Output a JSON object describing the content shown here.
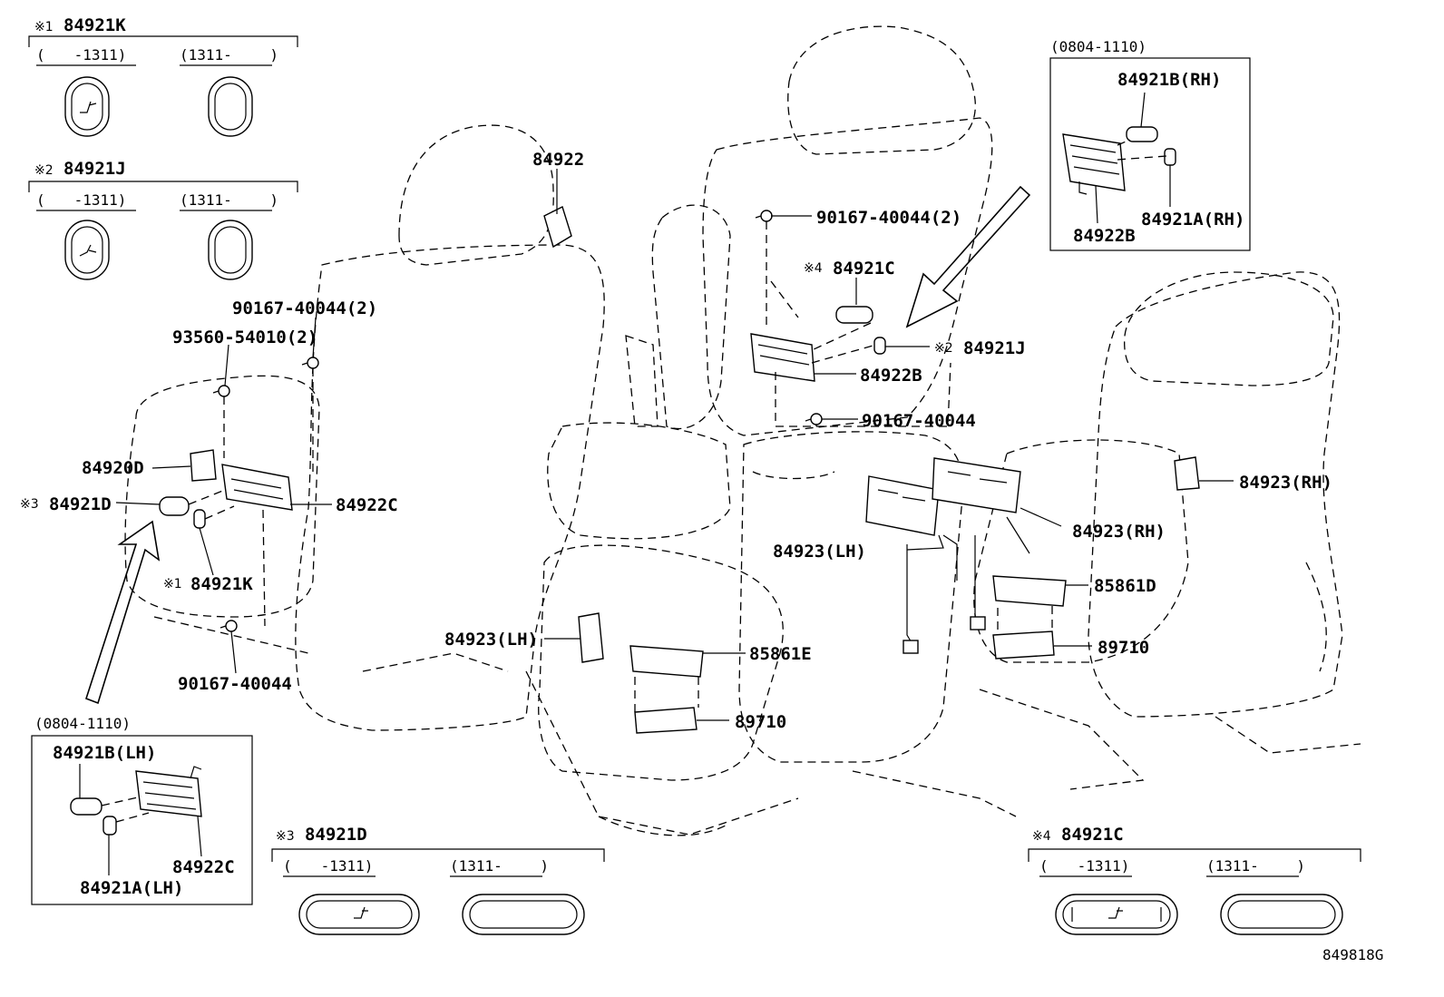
{
  "diagram_code": "849818G",
  "variants": {
    "k": {
      "marker": "※1",
      "code": "84921K",
      "range_a": "(　　-1311)",
      "range_b": "(1311-　　 )"
    },
    "j": {
      "marker": "※2",
      "code": "84921J",
      "range_a": "(　　-1311)",
      "range_b": "(1311-　　 )"
    },
    "d": {
      "marker": "※3",
      "code": "84921D",
      "range_a": "(　　-1311)",
      "range_b": "(1311-　　 )"
    },
    "c": {
      "marker": "※4",
      "code": "84921C",
      "range_a": "(　　-1311)",
      "range_b": "(1311-　　 )"
    }
  },
  "inset_rh": {
    "range": "(0804-1110)",
    "labels": [
      "84921B(RH)",
      "84921A(RH)",
      "84922B"
    ]
  },
  "inset_lh": {
    "range": "(0804-1110)",
    "labels": [
      "84921B(LH)",
      "84922C",
      "84921A(LH)"
    ]
  },
  "callouts": {
    "c84922": "84922",
    "c90167_top": "90167-40044(2)",
    "c90167_left": "90167-40044(2)",
    "c93560": "93560-54010(2)",
    "m84921C": "※4",
    "c84921C": "84921C",
    "m84921J": "※2",
    "c84921J": "84921J",
    "c84922B": "84922B",
    "c90167_mid": "90167-40044",
    "c84920D": "84920D",
    "m84921D": "※3",
    "c84921D": "84921D",
    "c84922C": "84922C",
    "m84921K": "※1",
    "c84921K": "84921K",
    "c90167_bottom": "90167-40044",
    "c84923_rh_right": "84923(RH)",
    "c84923_rh_mid": "84923(RH)",
    "c84923_lh_mid": "84923(LH)",
    "c85861D": "85861D",
    "c89710_right": "89710",
    "c84923_lh_left": "84923(LH)",
    "c85861E": "85861E",
    "c89710_left": "89710"
  }
}
